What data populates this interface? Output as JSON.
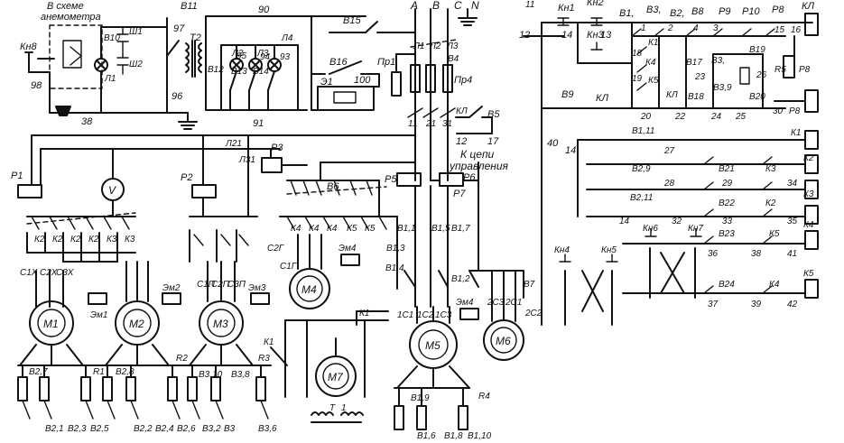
{
  "colors": {
    "ink": "#111111",
    "background": "#ffffff"
  },
  "notes": {
    "anemometer_line1": "В схеме",
    "anemometer_line2": "анемометра",
    "control_line1": "К цепи",
    "control_line2": "управления"
  },
  "phases": {
    "a": "A",
    "b": "B",
    "c": "C",
    "n": "N"
  },
  "motors": {
    "m1": "M1",
    "m2": "M2",
    "m3": "M3",
    "m4": "M4",
    "m5": "M5",
    "m6": "M6",
    "m7": "M7"
  },
  "left_labels": {
    "kn8": "Кн8",
    "n98": "98",
    "n38": "38",
    "v10": "В10",
    "sh1": "Ш1",
    "sh2": "Ш2",
    "l1": "Л1",
    "v11": "В11",
    "n97": "97",
    "n96": "96",
    "t2": "Т2",
    "n90": "90",
    "l2": "Л2",
    "l3": "Л3",
    "l4": "Л4",
    "v12": "В12",
    "v13": "В13",
    "v14": "В14",
    "n95": "95",
    "n94": "94",
    "n93": "93",
    "n91": "91",
    "v15": "В15",
    "v16": "В16",
    "e1": "Э1",
    "n100": "100",
    "pr1": "Пр1",
    "pr4": "Пр4",
    "fl1": "Л1",
    "fl2": "Л2",
    "fl3": "Л3",
    "b4": "В4",
    "n11": "11",
    "n21": "21",
    "n31": "31",
    "kl": "КЛ",
    "b5": "В5",
    "n12": "12",
    "n17": "17",
    "l21": "Л21",
    "l31": "Л31",
    "p3": "Р3",
    "p1": "Р1",
    "v_meter": "V",
    "p2": "Р2",
    "p5": "Р5",
    "p6": "Р6",
    "p7": "Р7",
    "v6": "В6",
    "k2a": "К2",
    "k2b": "К2",
    "k2c": "К2",
    "k2d": "К2",
    "k3a": "К3",
    "k3b": "К3",
    "k4a": "К4",
    "k4b": "К4",
    "k4c": "К4",
    "k5a": "К5",
    "k5b": "К5",
    "c1x": "С1Х",
    "c2x": "С2Х",
    "c3x": "С3Х",
    "em1": "Эм1",
    "em2": "Эм2",
    "em3": "Эм3",
    "em4a": "Эм4",
    "em4b": "Эм4",
    "c1p": "С1П",
    "c2p": "С2П",
    "c3p": "С3П",
    "c2g": "С2Г",
    "c1g": "С1Г",
    "b11": "В1,1",
    "b13": "В1,3",
    "b15": "В1,5",
    "b17": "В1,7",
    "b14": "В1,4",
    "b12": "В1,2",
    "b7": "В7",
    "c1c": "1С1",
    "c2c": "1С2",
    "c3c": "1С3",
    "c23": "2С3",
    "c21": "2С1",
    "c22": "2С2",
    "k1": "К1",
    "k1b": "К1",
    "b27": "В2,7",
    "b28": "В2,8",
    "r1": "R1",
    "r2": "R2",
    "r3": "R3",
    "r4": "R4",
    "b21": "В2,1",
    "b23": "В2,3",
    "b25": "В2,5",
    "b22": "В2,2",
    "b24": "В2,4",
    "b26": "В2,6",
    "b310": "В3,10",
    "b38": "В3,8",
    "b32": "В3,2",
    "b3v": "В3",
    "b36": "В3,6",
    "t1": "Т",
    "t1b": "1",
    "b19": "В1,9",
    "b16": "В1,6",
    "b18": "В1,8",
    "b110": "В1,10"
  },
  "right_labels": {
    "n11r": "11",
    "n12r": "12",
    "kn1": "Кн1",
    "kn2": "Кн2",
    "n14a": "14",
    "n13": "13",
    "kn3": "Кн3",
    "b1top": "В1,",
    "b3top": "В3,",
    "b2top": "В2,",
    "b8": "В8",
    "p9": "Р9",
    "p10": "Р10",
    "p8top": "Р8",
    "kltop": "КЛ",
    "n4": "4",
    "n3": "3",
    "n15": "15",
    "n16": "16",
    "n1": "1",
    "n2": "2",
    "k1r": "К1",
    "n18": "18",
    "k4r": "К4",
    "n19": "19",
    "k5r": "К5",
    "klr": "КЛ",
    "b17r": "В17",
    "b3r": "В3,",
    "n23": "23",
    "n26": "26",
    "r5": "R5",
    "p8r": "Р8",
    "b19r": "В19",
    "b18r": "В18",
    "b39": "В3,9",
    "b20r": "В20",
    "n22": "22",
    "n24": "24",
    "n25": "25",
    "n20": "20",
    "n30": "30",
    "p8b": "Р8",
    "b9": "В9",
    "kl2": "КЛ",
    "b111": "В1,11",
    "n40": "40",
    "n14b": "14",
    "n27": "27",
    "k1b": "К1",
    "b29": "В2,9",
    "b21r": "В21",
    "k3r": "К3",
    "n28": "28",
    "n29": "29",
    "n34": "34",
    "k2r": "К2",
    "b211": "В2,11",
    "b22r": "В22",
    "k2b": "К2",
    "k3b": "К3",
    "n14c": "14",
    "n33": "33",
    "n35": "35",
    "kn6": "Кн6",
    "kn7": "Кн7",
    "n32": "32",
    "kn4": "Кн4",
    "kn5": "Кн5",
    "b23r": "В23",
    "k5b": "К5",
    "k4b": "К4",
    "n36": "36",
    "n38": "38",
    "n41": "41",
    "b24r": "В24",
    "k4c": "К4",
    "n37": "37",
    "n39": "39",
    "n42": "42",
    "k5c": "К5"
  }
}
